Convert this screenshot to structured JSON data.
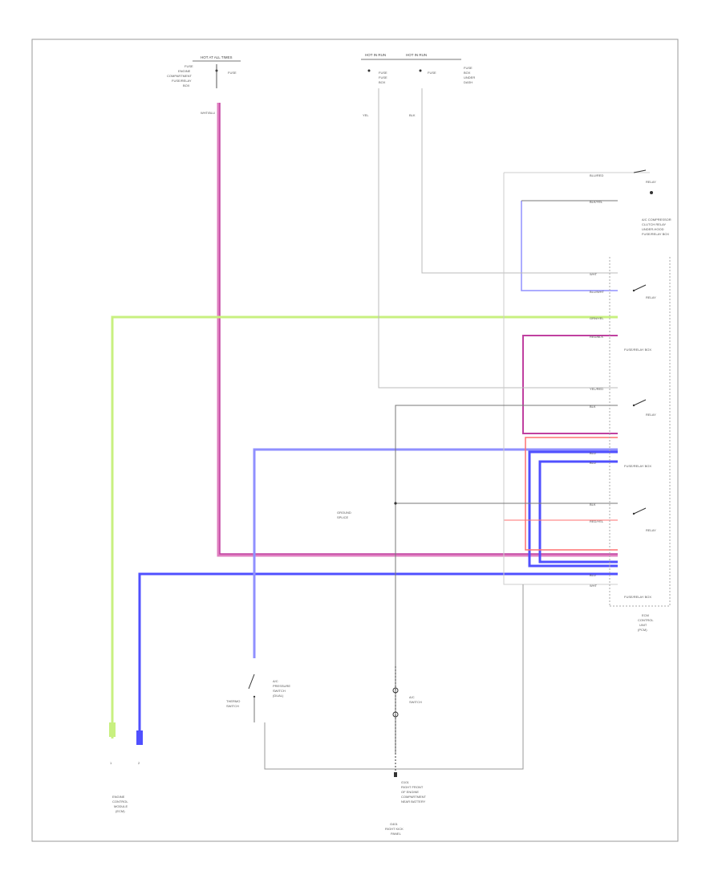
{
  "diagram": {
    "footer_code": "",
    "wire_colors": {
      "pink": "#e080c0",
      "magenta": "#c040a0",
      "green": "#c8f080",
      "blue": "#5050ff",
      "light_blue": "#9090ff",
      "red": "#ff7070",
      "gray": "#aaaaaa",
      "dark_gray": "#777777",
      "black": "#222222"
    },
    "labels": {
      "top_left_header": "HOT AT ALL TIMES",
      "top_left_sub": "FUSE",
      "top_left_l1": "FUSE",
      "top_left_l2": "ENGINE",
      "top_left_l3": "COMPARTMENT",
      "top_left_l4": "FUSE/RELAY",
      "top_left_l5": "BOX",
      "top_mid_header": "HOT IN RUN",
      "top_mid_sub": "FUSE",
      "top_mid_header2": "HOT IN RUN",
      "top_mid_sub2": "FUSE",
      "top_mid_l1": "FUSE",
      "top_mid_l2": "BOX",
      "top_right_l1": "FUSE",
      "top_right_l2": "BOX",
      "top_right_l3": "UNDER",
      "top_right_l4": "DASH",
      "left_wire_lbl": "WHT/BLU",
      "mid_wire_lbl": "YEL",
      "mid2_wire_lbl": "BLK",
      "relay_block_l1": "A/C COMPRESSOR",
      "relay_block_l2": "CLUTCH RELAY",
      "relay_block_l3": "UNDER-HOOD",
      "relay_block_l4": "FUSE/RELAY BOX",
      "splice_l1": "GROUND",
      "splice_l2": "SPLICE",
      "right_conn_1": "BLU/RED",
      "right_conn_2": "BLK/YEL",
      "right_conn_3": "YEL/RED",
      "right_conn_4": "BLU/WHT",
      "right_conn_5": "GRN/YEL",
      "right_conn_6": "RED/BLK",
      "right_conn_7": "WHT",
      "right_conn_8": "BLU",
      "right_conn_9": "BLU",
      "right_conn_10": "RED/YEL",
      "right_conn_11": "BLK",
      "right_conn_12": "BLU",
      "relay_a": "RELAY",
      "relay_b": "RELAY",
      "relay_c": "RELAY",
      "relay_d": "RELAY",
      "fuse_relay_box": "FUSE/RELAY BOX",
      "ecm_l1": "ECM",
      "ecm_l2": "CONTROL",
      "ecm_l3": "UNIT",
      "ecm_l4": "(PCM)",
      "lower_mid_sw_l1": "A/C",
      "lower_mid_sw_l2": "PRESSURE",
      "lower_mid_sw_l3": "SWITCH",
      "lower_mid_sw_l4": "(DUAL)",
      "lower_left_sw_l1": "THERMO",
      "lower_left_sw_l2": "SWITCH",
      "lower_left_l1": "ENGINE",
      "lower_left_l2": "CONTROL",
      "lower_left_l3": "MODULE",
      "lower_left_l4": "(ECM)",
      "bottom_mid_l1": "G101",
      "bottom_mid_l2": "RIGHT FRONT",
      "bottom_mid_l3": "OF ENGINE",
      "bottom_mid_l4": "COMPARTMENT",
      "bottom_mid_l5": "NEAR BATTERY",
      "bottom_ground": "G401",
      "bottom_ground_sub": "RIGHT KICK",
      "bottom_ground_sub2": "PANEL"
    }
  }
}
